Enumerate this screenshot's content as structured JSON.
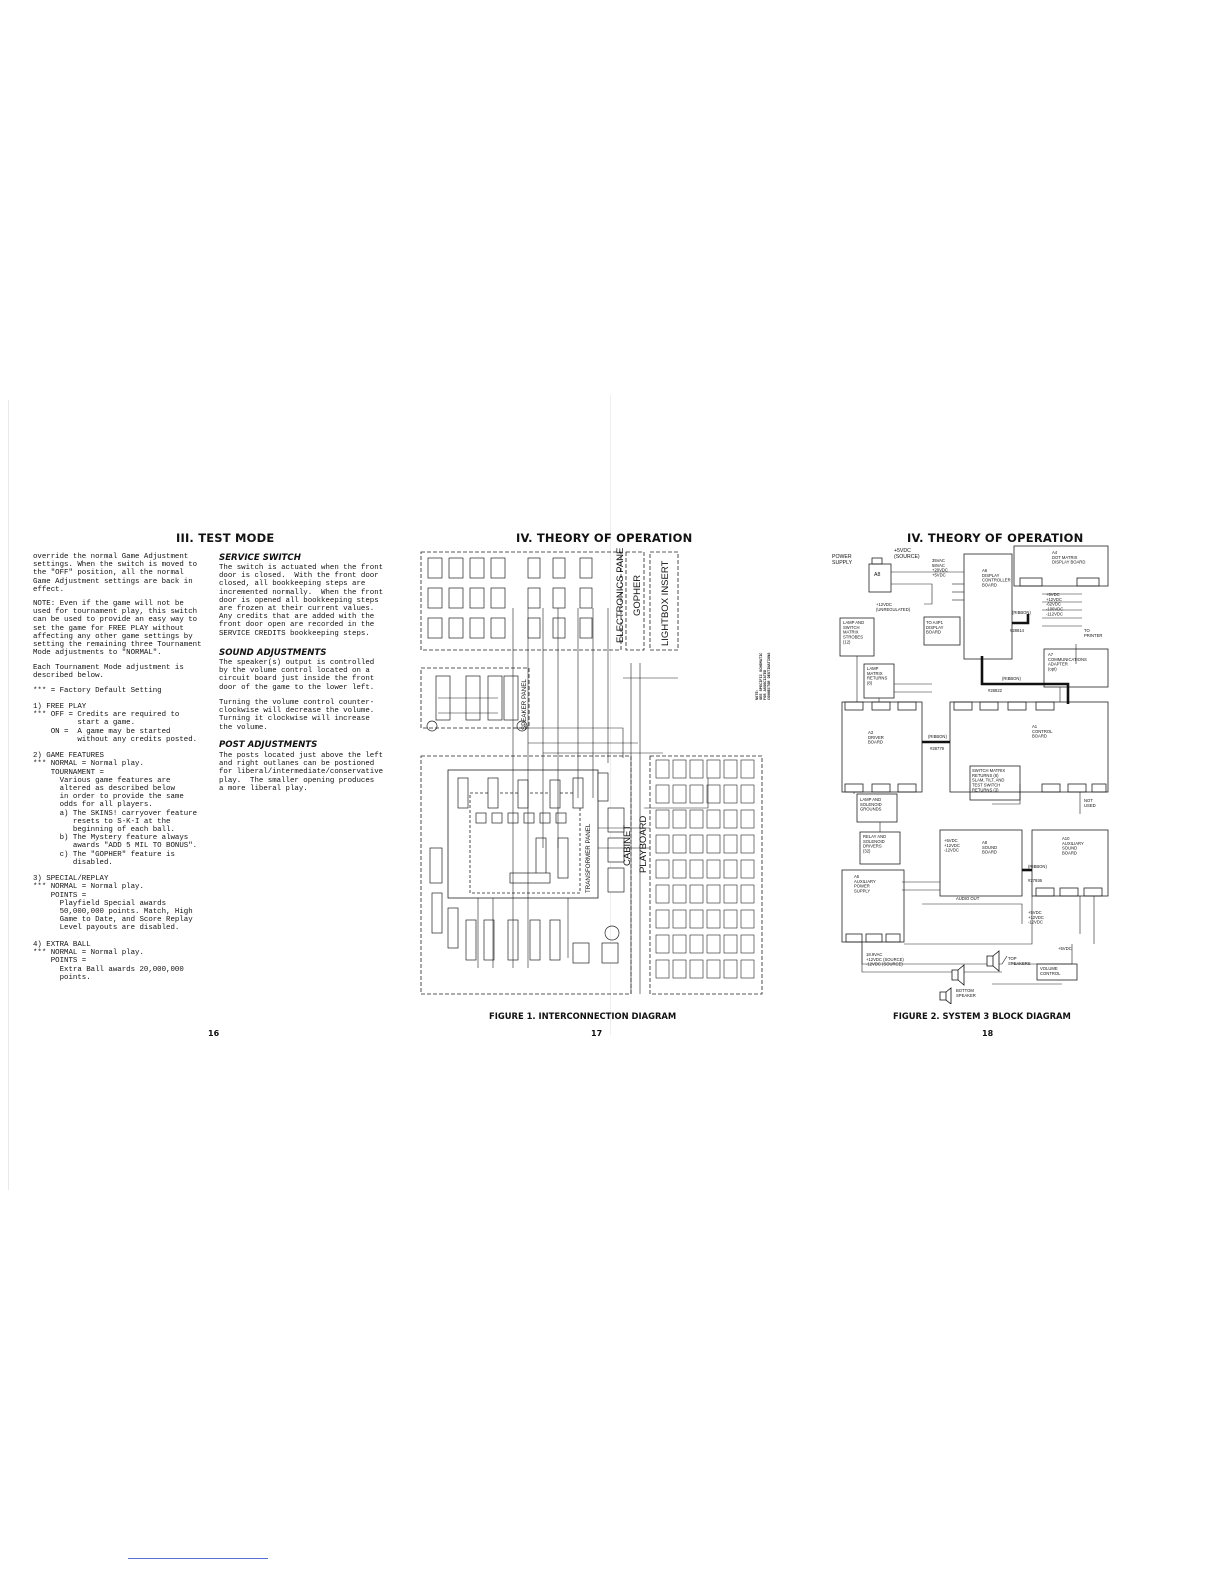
{
  "page16": {
    "heading": "III. TEST MODE",
    "col1_intro": "override the normal Game Adjustment\nsettings. When the switch is moved to\nthe \"OFF\" position, all the normal\nGame Adjustment settings are back in\neffect.",
    "col1_note": "NOTE: Even if the game will not be\nused for tournament play, this switch\ncan be used to provide an easy way to\nset the game for FREE PLAY without\naffecting any other game settings by\nsetting the remaining three Tournament\nMode adjustments to \"NORMAL\".",
    "col1_each": "Each Tournament Mode adjustment is\ndescribed below.",
    "col1_default": "*** = Factory Default Setting",
    "col1_list": "1) FREE PLAY\n*** OFF = Credits are required to\n          start a game.\n    ON =  A game may be started\n          without any credits posted.\n\n2) GAME FEATURES\n*** NORMAL = Normal play.\n    TOURNAMENT =\n      Various game features are\n      altered as described below\n      in order to provide the same\n      odds for all players.\n      a) The SKINS! carryover feature\n         resets to S-K-I at the\n         beginning of each ball.\n      b) The Mystery feature always\n         awards \"ADD 5 MIL TO BONUS\".\n      c) The \"GOPHER\" feature is\n         disabled.\n\n3) SPECIAL/REPLAY\n*** NORMAL = Normal play.\n    POINTS =\n      Playfield Special awards\n      50,000,000 points. Match, High\n      Game to Date, and Score Replay\n      Level payouts are disabled.\n\n4) EXTRA BALL\n*** NORMAL = Normal play.\n    POINTS =\n      Extra Ball awards 20,000,000\n      points.",
    "service_title": "SERVICE SWITCH",
    "service_body": "The switch is actuated when the front\ndoor is closed.  With the front door\nclosed, all bookkeeping steps are\nincremented normally.  When the front\ndoor is opened all bookkeeping steps\nare frozen at their current values.\nAny credits that are added with the\nfront door open are recorded in the\nSERVICE CREDITS bookkeeping steps.",
    "sound_title": "SOUND ADJUSTMENTS",
    "sound_body1": "The speaker(s) output is controlled\nby the volume control located on a\ncircuit board just inside the front\ndoor of the game to the lower left.",
    "sound_body2": "Turning the volume control counter-\nclockwise will decrease the volume.\nTurning it clockwise will increase\nthe volume.",
    "post_title": "POST ADJUSTMENTS",
    "post_body": "The posts located just above the left\nand right outlanes can be postioned\nfor liberal/intermediate/conservative\nplay.  The smaller opening produces\na more liberal play.",
    "page_number": "16"
  },
  "page17": {
    "heading": "IV. THEORY OF OPERATION",
    "labels": {
      "electronics_panel": "ELECTRONICS PANEL",
      "gopher": "GOPHER",
      "lightbox_insert": "LIGHTBOX INSERT",
      "speaker_panel": "SPEAKER PANEL",
      "transformer_panel": "TRANSFORMER PANEL",
      "cabinet": "CABINET",
      "playboard": "PLAYBOARD",
      "note": "NOTE:\nSEE SPECIFIC SCHEMATIC\nFOR ASSOCIATED\nCONNECTOR DESTINATIONS"
    },
    "caption": "FIGURE 1.   INTERCONNECTION DIAGRAM",
    "page_number": "17"
  },
  "page18": {
    "heading": "IV. THEORY OF OPERATION",
    "labels": {
      "power_supply": "POWER\nSUPPLY",
      "plus5vdc_source": "+5VDC\n(SOURCE)",
      "a4_title": "A4\nDOT MATRIX\nDISPLAY BOARD",
      "a4_voltages": "+5VDC\n+12VDC\n-62VDC\n-100VDC\n-112VDC",
      "a6_title": "A6\nDISPLAY\nCONTROLLER\nBOARD",
      "a6_inputs": "35VAC\n58VAC\n+20VDC\n+5VDC",
      "a8": "A8",
      "to_a4p1": "TO A4P1\nDISPLAY\nBOARD",
      "plus12_unreg": "+12VDC\n(UNREGULATED)",
      "ribbon": "(RIBBON)",
      "cable_28814": "#28814",
      "cable_28822": "#28822",
      "cable_28779": "#28779",
      "cable_27936": "#27936",
      "lamp_switch": "LAMP AND\nSWITCH\nMATRIX\nSTROBES\n(12)",
      "lamp_matrix": "LAMP\nMATRIX\nRETURNS\n(8)",
      "a7_title": "A7\nCOMMUNICATIONS\nADAPTER\n(opt)",
      "to_printer": "TO\nPRINTER",
      "a1_title": "A1\nCONTROL\nBOARD",
      "a3_title": "A3\nDRIVER\nBOARD",
      "switch_matrix": "SWITCH MATRIX\nRETURNS (8)\nSLAM, TILT, AND\nTEST SWITCH\nRETURNS (3)",
      "lamp_solenoid": "LAMP AND\nSOLENOID\nGROUNDS",
      "relay_solenoid": "RELAY AND\nSOLENOID\nDRIVERS\n(32)",
      "not_used": "NOT\nUSED",
      "a8_sound": "A8\nSOUND\nBOARD",
      "a8_inputs": "+5VDC\n+12VDC\n-12VDC",
      "a10_title": "A10\nAUXILIARY\nSOUND\nBOARD",
      "a5_title": "A5\nAUXILIARY\nPOWER\nSUPPLY",
      "audio_out": "AUDIO OUT",
      "a5_outputs": "18.9VAC\n+12VDC (SOURCE)\n-12VDC (SOURCE)",
      "a10_inputs": "+5VDC\n+12VDC\n-12VDC",
      "top_speakers": "TOP\nSPEAKERS",
      "bottom_speaker": "BOTTOM\nSPEAKER",
      "volume_control": "VOLUME\nCONTROL",
      "plus5vdc": "+5VDC"
    },
    "caption": "FIGURE 2.   SYSTEM 3 BLOCK DIAGRAM",
    "page_number": "18"
  }
}
